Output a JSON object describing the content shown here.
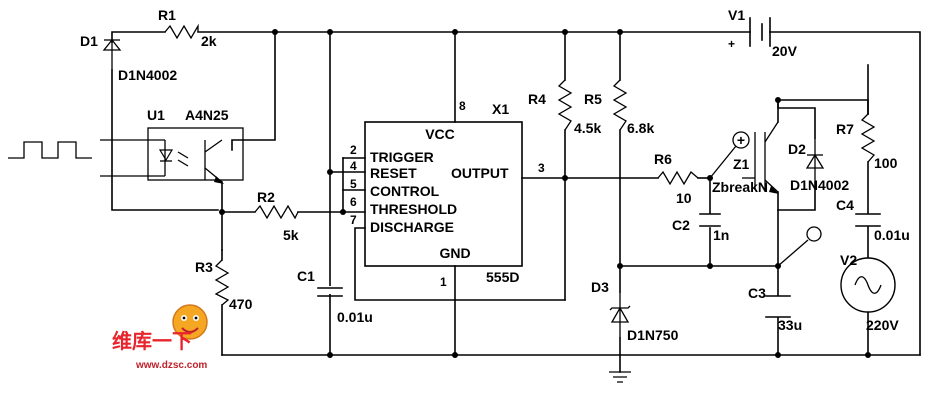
{
  "components": {
    "d1": {
      "ref": "D1",
      "part": "D1N4002"
    },
    "r1": {
      "ref": "R1",
      "value": "2k"
    },
    "u1": {
      "ref": "U1",
      "part": "A4N25"
    },
    "r2": {
      "ref": "R2",
      "value": "5k"
    },
    "r3": {
      "ref": "R3",
      "value": "470"
    },
    "c1": {
      "ref": "C1",
      "value": "0.01u"
    },
    "x1": {
      "ref": "X1",
      "part": "555D"
    },
    "r4": {
      "ref": "R4",
      "value": "4.5k"
    },
    "r5": {
      "ref": "R5",
      "value": "6.8k"
    },
    "r6": {
      "ref": "R6",
      "value": "10"
    },
    "z1": {
      "ref": "Z1",
      "part": "ZbreakN"
    },
    "c2": {
      "ref": "C2",
      "value": "1n"
    },
    "d2": {
      "ref": "D2",
      "part": "D1N4002"
    },
    "d3": {
      "ref": "D3",
      "part": "D1N750"
    },
    "c3": {
      "ref": "C3",
      "value": "33u"
    },
    "r7": {
      "ref": "R7",
      "value": "100"
    },
    "c4": {
      "ref": "C4",
      "value": "0.01u"
    },
    "v1": {
      "ref": "V1",
      "value": "20V",
      "polarity": "+"
    },
    "v2": {
      "ref": "V2",
      "value": "220V"
    }
  },
  "ic_pins": {
    "vcc": {
      "number": "8",
      "name": "VCC"
    },
    "gnd": {
      "number": "1",
      "name": "GND"
    },
    "trigger": {
      "number": "2",
      "name": "TRIGGER"
    },
    "reset": {
      "number": "4",
      "name": "RESET"
    },
    "output": {
      "number": "3",
      "name": "OUTPUT"
    },
    "control": {
      "number": "5",
      "name": "CONTROL"
    },
    "threshold": {
      "number": "6",
      "name": "THRESHOLD"
    },
    "discharge": {
      "number": "7",
      "name": "DISCHARGE"
    }
  },
  "z1_polarity": "+",
  "watermark": {
    "title": "维库一下",
    "url": "www.dzsc.com"
  },
  "colors": {
    "ink": "#000000",
    "watermark": "#e8242c",
    "watermark_face": "#f5a623"
  }
}
